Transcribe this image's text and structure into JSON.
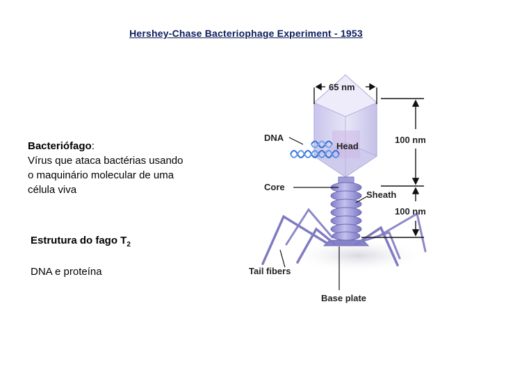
{
  "title": "Hershey-Chase Bacteriophage Experiment - 1953",
  "bacteriofago": {
    "term": "Bacteriófago",
    "colon": ":",
    "definition_lines": [
      "Vírus que ataca bactérias usando",
      "o maquinário molecular de uma",
      "célula viva"
    ]
  },
  "structure": {
    "label": "Estrutura do fago T",
    "subscript": "2"
  },
  "composition": "DNA e proteína",
  "diagram": {
    "labels": {
      "width": "65 nm",
      "dna": "DNA",
      "head": "Head",
      "head_height": "100 nm",
      "core": "Core",
      "sheath": "Sheath",
      "tail_height": "100 nm",
      "tail_fibers": "Tail fibers",
      "base_plate": "Base plate"
    },
    "colors": {
      "title": "#0b1d5c",
      "capsid": "#d9d6f0",
      "sheath": "#9a97d6",
      "dna": "#2a6fd6"
    }
  }
}
